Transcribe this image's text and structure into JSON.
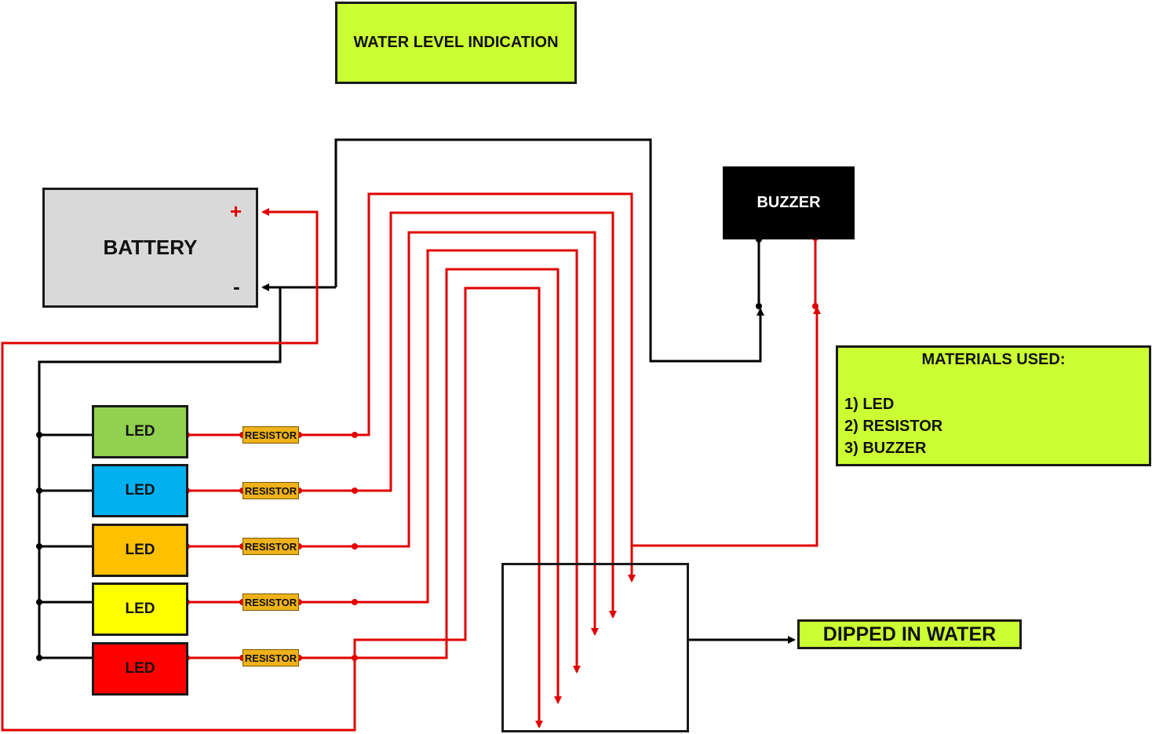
{
  "title": "WATER LEVEL INDICATION",
  "battery": {
    "label": "BATTERY",
    "plus": "+",
    "minus": "-"
  },
  "buzzer": {
    "label": "BUZZER"
  },
  "materials": {
    "title": "MATERIALS  USED:",
    "items": [
      "1) LED",
      "2) RESISTOR",
      "3) BUZZER"
    ]
  },
  "dipped": {
    "label": "DIPPED IN WATER"
  },
  "leds": [
    {
      "label": "LED",
      "color": "#92d050"
    },
    {
      "label": "LED",
      "color": "#00b0f0"
    },
    {
      "label": "LED",
      "color": "#ffc000"
    },
    {
      "label": "LED",
      "color": "#ffff00"
    },
    {
      "label": "LED",
      "color": "#ff0000"
    }
  ],
  "resistors": [
    {
      "label": "RESISTOR"
    },
    {
      "label": "RESISTOR"
    },
    {
      "label": "RESISTOR"
    },
    {
      "label": "RESISTOR"
    },
    {
      "label": "RESISTOR"
    }
  ],
  "wire_colors": {
    "positive": "#e00000",
    "negative": "#000000"
  }
}
